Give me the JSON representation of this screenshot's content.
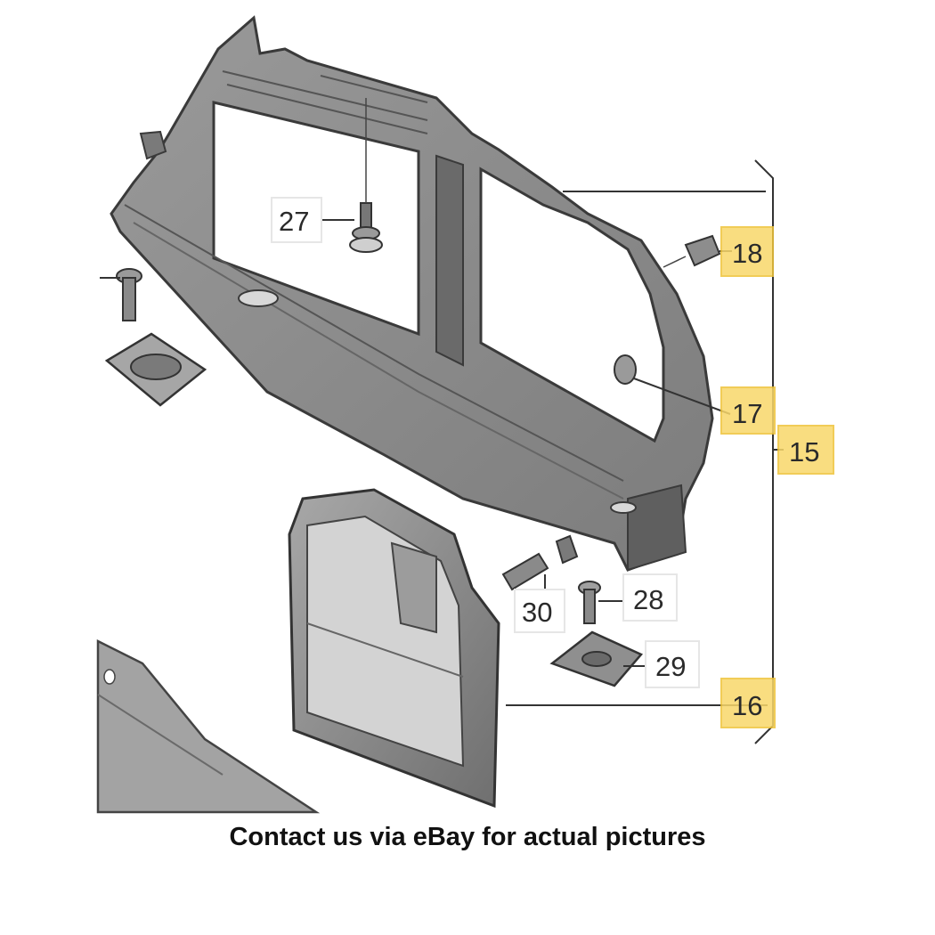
{
  "callouts": {
    "c27": "27",
    "c18": "18",
    "c17": "17",
    "c15": "15",
    "c30": "30",
    "c28": "28",
    "c29": "29",
    "c16": "16"
  },
  "caption": "Contact us via eBay for actual pictures",
  "colors": {
    "highlight": "#f9d86b",
    "part_fill": "#8e8e8e",
    "part_dark": "#5f5f5f",
    "outline": "#3a3a3a"
  }
}
